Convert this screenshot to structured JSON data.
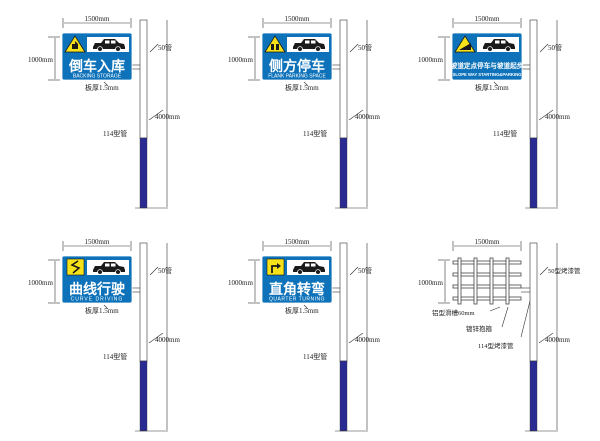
{
  "colors": {
    "sign_blue": "#0d72b9",
    "pole_blue": "#2a2a93",
    "warn_yellow": "#f7e21a",
    "line": "#333333"
  },
  "icons": [
    "warning-triangle-icon",
    "car-icon"
  ],
  "dims": {
    "width": "1500mm",
    "height": "1000mm",
    "height_total": "4000mm"
  },
  "signs": [
    {
      "cn": "倒车入库",
      "en": "BACKING STORAGE",
      "pipe": "50管",
      "board": "板厚1.5mm",
      "post": "114型管",
      "symbol": "reverse"
    },
    {
      "cn": "侧方停车",
      "en": "FLANK PARKING SPACE",
      "pipe": "50管",
      "board": "板厚1.5mm",
      "post": "114型管",
      "symbol": "side"
    },
    {
      "cn": "坡道定点停车与坡道起步",
      "en": "SLOPE WAY STARTING&PARKING",
      "pipe": "50管",
      "board": "板厚1.5mm",
      "post": "114型管",
      "symbol": "slope"
    },
    {
      "cn": "曲线行驶",
      "en": "CURVE DRIVING",
      "pipe": "50管",
      "board": "板厚1.5mm",
      "post": "114型管",
      "symbol": "curve"
    },
    {
      "cn": "直角转弯",
      "en": "QUARTER TURNING",
      "pipe": "50管",
      "board": "板厚1.5mm",
      "post": "114型管",
      "symbol": "turn"
    }
  ],
  "frame": {
    "pipe": "50型烤漆管",
    "slot": "铝型滑槽60mm",
    "clamp": "镀锌抱箍",
    "post": "114型烤漆管"
  }
}
